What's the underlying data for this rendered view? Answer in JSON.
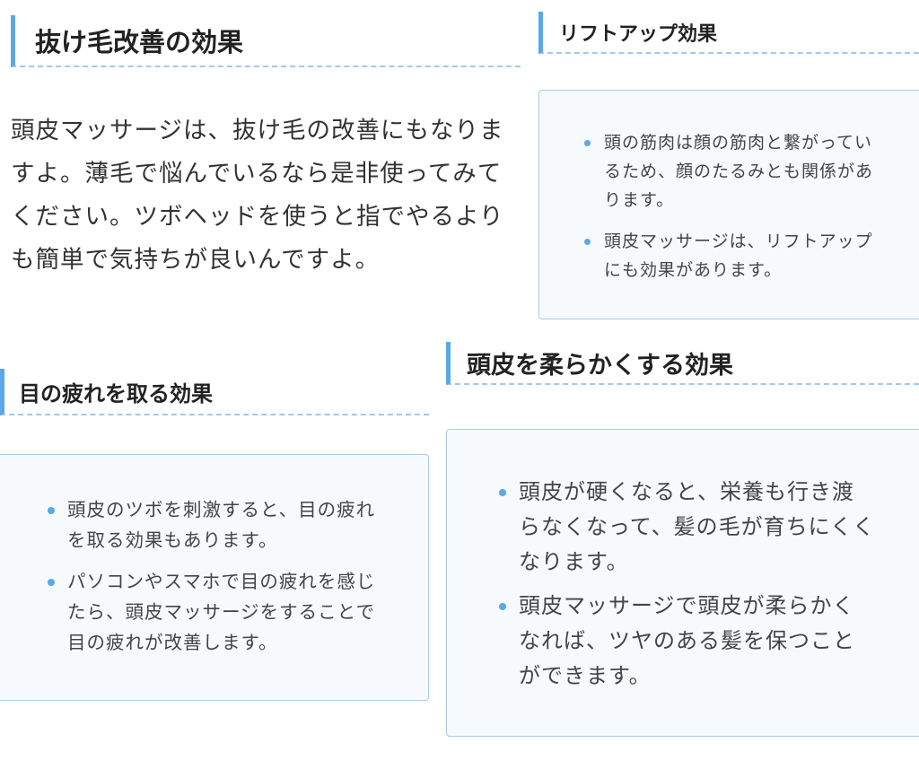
{
  "sections": [
    {
      "heading": "抜け毛改善の効果",
      "body": "頭皮マッサージは、抜け毛の改善にもなりますよ。薄毛で悩んでいるなら是非使ってみてください。ツボヘッドを使うと指でやるよりも簡単で気持ちが良いんですよ。"
    },
    {
      "heading": "リフトアップ効果",
      "bullets": [
        "頭の筋肉は顔の筋肉と繋がっているため、顔のたるみとも関係があります。",
        "頭皮マッサージは、リフトアップにも効果があります。"
      ]
    },
    {
      "heading": "目の疲れを取る効果",
      "bullets": [
        "頭皮のツボを刺激すると、目の疲れを取る効果もあります。",
        "パソコンやスマホで目の疲れを感じたら、頭皮マッサージをすることで目の疲れが改善します。"
      ]
    },
    {
      "heading": "頭皮を柔らかくする効果",
      "bullets": [
        "頭皮が硬くなると、栄養も行き渡らなくなって、髪の毛が育ちにくくなります。",
        "頭皮マッサージで頭皮が柔らかくなれば、ツヤのある髪を保つことができます。"
      ]
    }
  ],
  "colors": {
    "accent": "#5aa8e6",
    "box_background": "#f6fafd",
    "box_border": "#a9cbe6"
  }
}
